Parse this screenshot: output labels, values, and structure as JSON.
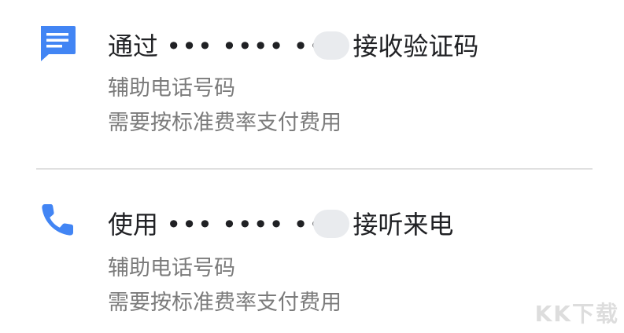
{
  "colors": {
    "icon_blue": "#4285f4",
    "title_text": "#202124",
    "secondary_text": "#7b7b7b",
    "divider": "#e0e0e0"
  },
  "options": [
    {
      "icon": "message-icon",
      "title_prefix": "通过",
      "masked_number": "••• •••• ••",
      "title_suffix": "接收验证码",
      "line1": "辅助电话号码",
      "line2": "需要按标准费率支付费用"
    },
    {
      "icon": "phone-icon",
      "title_prefix": "使用",
      "masked_number": "••• •••• ••",
      "title_suffix": "接听来电",
      "line1": "辅助电话号码",
      "line2": "需要按标准费率支付费用"
    }
  ],
  "watermark": "KK下载"
}
